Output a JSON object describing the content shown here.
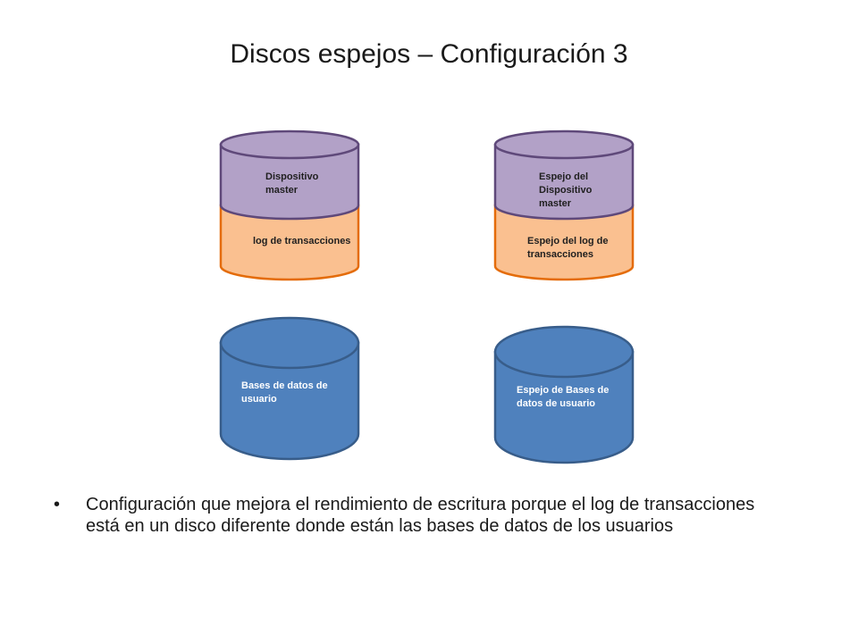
{
  "title": "Discos espejos – Configuración 3",
  "colors": {
    "purple_fill": "#b2a1c7",
    "purple_stroke": "#5f497a",
    "orange_fill": "#fac090",
    "orange_stroke": "#e46c0a",
    "blue_fill": "#4f81bd",
    "blue_stroke": "#385d8a"
  },
  "disks": {
    "master": {
      "top_label": "Dispositivo master",
      "bottom_label": "log de transacciones"
    },
    "mirror": {
      "top_label": "Espejo del Dispositivo master",
      "bottom_label": "Espejo del log de transacciones"
    },
    "userdb": {
      "label": "Bases de datos de usuario"
    },
    "userdb_mirror": {
      "label": "Espejo de Bases de datos de usuario"
    }
  },
  "bullet": {
    "symbol": "•",
    "text": "Configuración que mejora el rendimiento de escritura  porque el log de transacciones está en un disco diferente donde están las bases de datos de los usuarios"
  }
}
